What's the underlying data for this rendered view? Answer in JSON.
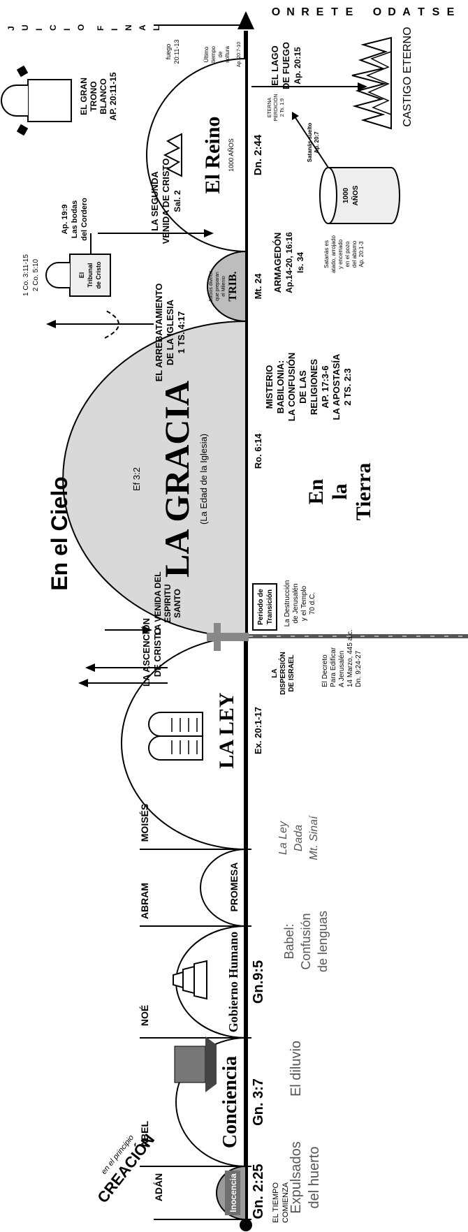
{
  "labels": {
    "creacion": "CREACIÓN",
    "en_el_principio": "en el principio",
    "tiempo_comienza": [
      "EL TIEMPO",
      "COMIENZA"
    ],
    "adan": "ADÁN",
    "abel": "ABEL",
    "noe": "NOÉ",
    "abram": "ABRAM",
    "moises": "MOISÉS",
    "en_el_cielo": "En el Cielo",
    "en_la_tierra": [
      "En",
      "la",
      "Tierra"
    ],
    "ascension": [
      "LA ASCENCIÓN",
      "DE CRISTO"
    ],
    "espiritu": [
      "LA VENIDA DEL",
      "ESPIRITU",
      "SANTO"
    ],
    "arrebatamiento": [
      "EL ARREBATAMIENTO",
      "DE LA IGLESIA",
      "1 TS. 4:17"
    ],
    "cor_ref": [
      "1 Co. 3:11-15",
      "2 Co. 5:10"
    ],
    "tribunal": [
      "El",
      "Tribunal",
      "de Cristo"
    ],
    "bodas": [
      "Ap. 19:9",
      "Las bodas",
      "del Cordero"
    ],
    "segunda_venida": [
      "LA SEGUNDA",
      "VENIDA DE CRISTO",
      "Sal. 2"
    ],
    "juicio_final": [
      "J",
      "U",
      "I",
      "C",
      "I",
      "O",
      "F",
      "I",
      "N",
      "A",
      "L"
    ],
    "fuego_ref": [
      "fuego",
      "20:11-13"
    ],
    "gran_trono": [
      "EL GRAN",
      "TRONO",
      "BLANCO",
      "AP. 20:11-15"
    ],
    "estado_eterno": [
      "E",
      "S",
      "T",
      "A",
      "D",
      "O",
      "E",
      "T",
      "E",
      "R",
      "N",
      "O"
    ],
    "ultimo_tiempo": [
      "Último",
      "tiempo",
      "de",
      "soltura"
    ],
    "ap_ref": "Ap. 20:7-10",
    "lago_fuego": [
      "EL LAGO",
      "DE FUEGO",
      "Ap. 20:15"
    ],
    "eterna_perdicion": [
      "ETERNA",
      "PERDICIÓN",
      "2 Ts. 1:9"
    ],
    "castigo_eterno": "CASTIGO ETERNO",
    "satanas_suelto": [
      "Satanás suelto",
      "Ap. 20:7"
    ],
    "satanas_atado": [
      "Satanás es",
      "atado, arrojado",
      "y encerrado",
      "en el pozo",
      "del abismo",
      "Ap. 20:1-3"
    ],
    "mil_anos": [
      "1000",
      "AÑOS"
    ]
  },
  "dispensations": {
    "inocencia": "Inocencia",
    "conciencia": "Conciencia",
    "gobierno": "Gobierno Humano",
    "promesa": "PROMESA",
    "la_ley": "LA LEY",
    "la_gracia": "LA GRACIA",
    "gracia_sub": "(La Edad de la Iglesia)",
    "tribulacion": "TRIB.",
    "tribulacion_note": [
      "Juicios divinos",
      "que preparan",
      "el Milenio"
    ],
    "el_reino": "El Reino",
    "mil_anos_small": "1000 AÑOS"
  },
  "refs": {
    "gn225": "Gn. 2:25",
    "gn37": "Gn. 3:7",
    "gn95": "Gn.9:5",
    "ex": "Ex. 20:1-17",
    "ro": "Ro. 6:14",
    "ef": "Ef 3:2",
    "mt24": "Mt. 24",
    "dn": "Dn. 2:44"
  },
  "events": {
    "expulsados": [
      "Expulsados",
      "del huerto"
    ],
    "diluvio": "El diluvio",
    "babel": [
      "Babel:",
      "Confusión",
      "de lenguas"
    ],
    "ley_dada": [
      "La Ley",
      "Dada",
      "Mt. Sinaí"
    ],
    "dispersion": [
      "LA",
      "DISPERSIÓN",
      "DE ISRAEL"
    ],
    "decreto": [
      "El Decreto",
      "Para Edificar",
      "A Jerusalén",
      "14 Marzo, 445 a.c.",
      "Dn. 9:24-27"
    ],
    "transicion": [
      "Periodo de",
      "Transición"
    ],
    "destruccion": [
      "La Destrucción",
      "de Jerusalén",
      "y el Templo",
      "70 d.C."
    ],
    "babilonia": [
      "MISTERIO",
      "BABILONIA:",
      "LA CONFUSIÓN",
      "DE LAS",
      "RELIGIONES",
      "AP. 17:3-6",
      "LA APOSTASÍA",
      "2 TS. 2:3"
    ],
    "armagedon": [
      "ARMAGEDÓN",
      "Ap.14-20, 16:16",
      "Is. 34"
    ]
  }
}
